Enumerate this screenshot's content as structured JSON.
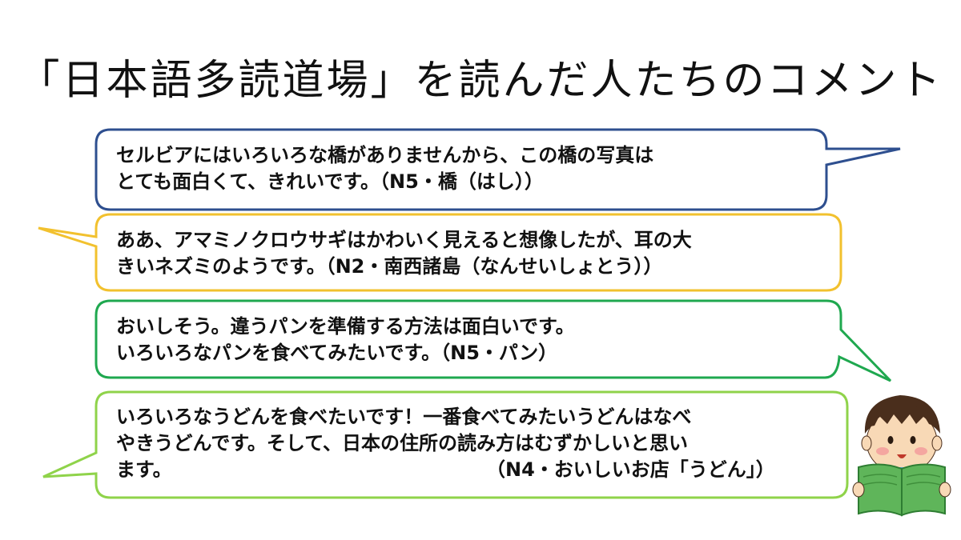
{
  "title": "「日本語多読道場」を読んだ人たちのコメント",
  "colors": {
    "bubble1": "#2e4f8f",
    "bubble2": "#f2c12e",
    "bubble3": "#1fa84f",
    "bubble4": "#8fd34a"
  },
  "comments": [
    {
      "lines": [
        "セルビアにはいろいろな橋がありませんから、この橋の写真は",
        "とても面白くて、きれいです。（N5・橋（はし））"
      ]
    },
    {
      "lines": [
        "ああ、アマミノクロウサギはかわいく見えると想像したが、耳の大",
        "きいネズミのようです。（N2・南西諸島（なんせいしょとう））"
      ]
    },
    {
      "lines": [
        "おいしそう。違うパンを準備する方法は面白いです。",
        "いろいろなパンを食べてみたいです。（N5・パン）"
      ]
    },
    {
      "lines": [
        "いろいろなうどんを食べたいです！一番食べてみたいうどんはなべ",
        "やきうどんです。そして、日本の住所の読み方はむずかしいと思い",
        "ます。"
      ],
      "source": "（N4・おいしいお店「うどん」）"
    }
  ],
  "character": "boy-reading-book-icon"
}
